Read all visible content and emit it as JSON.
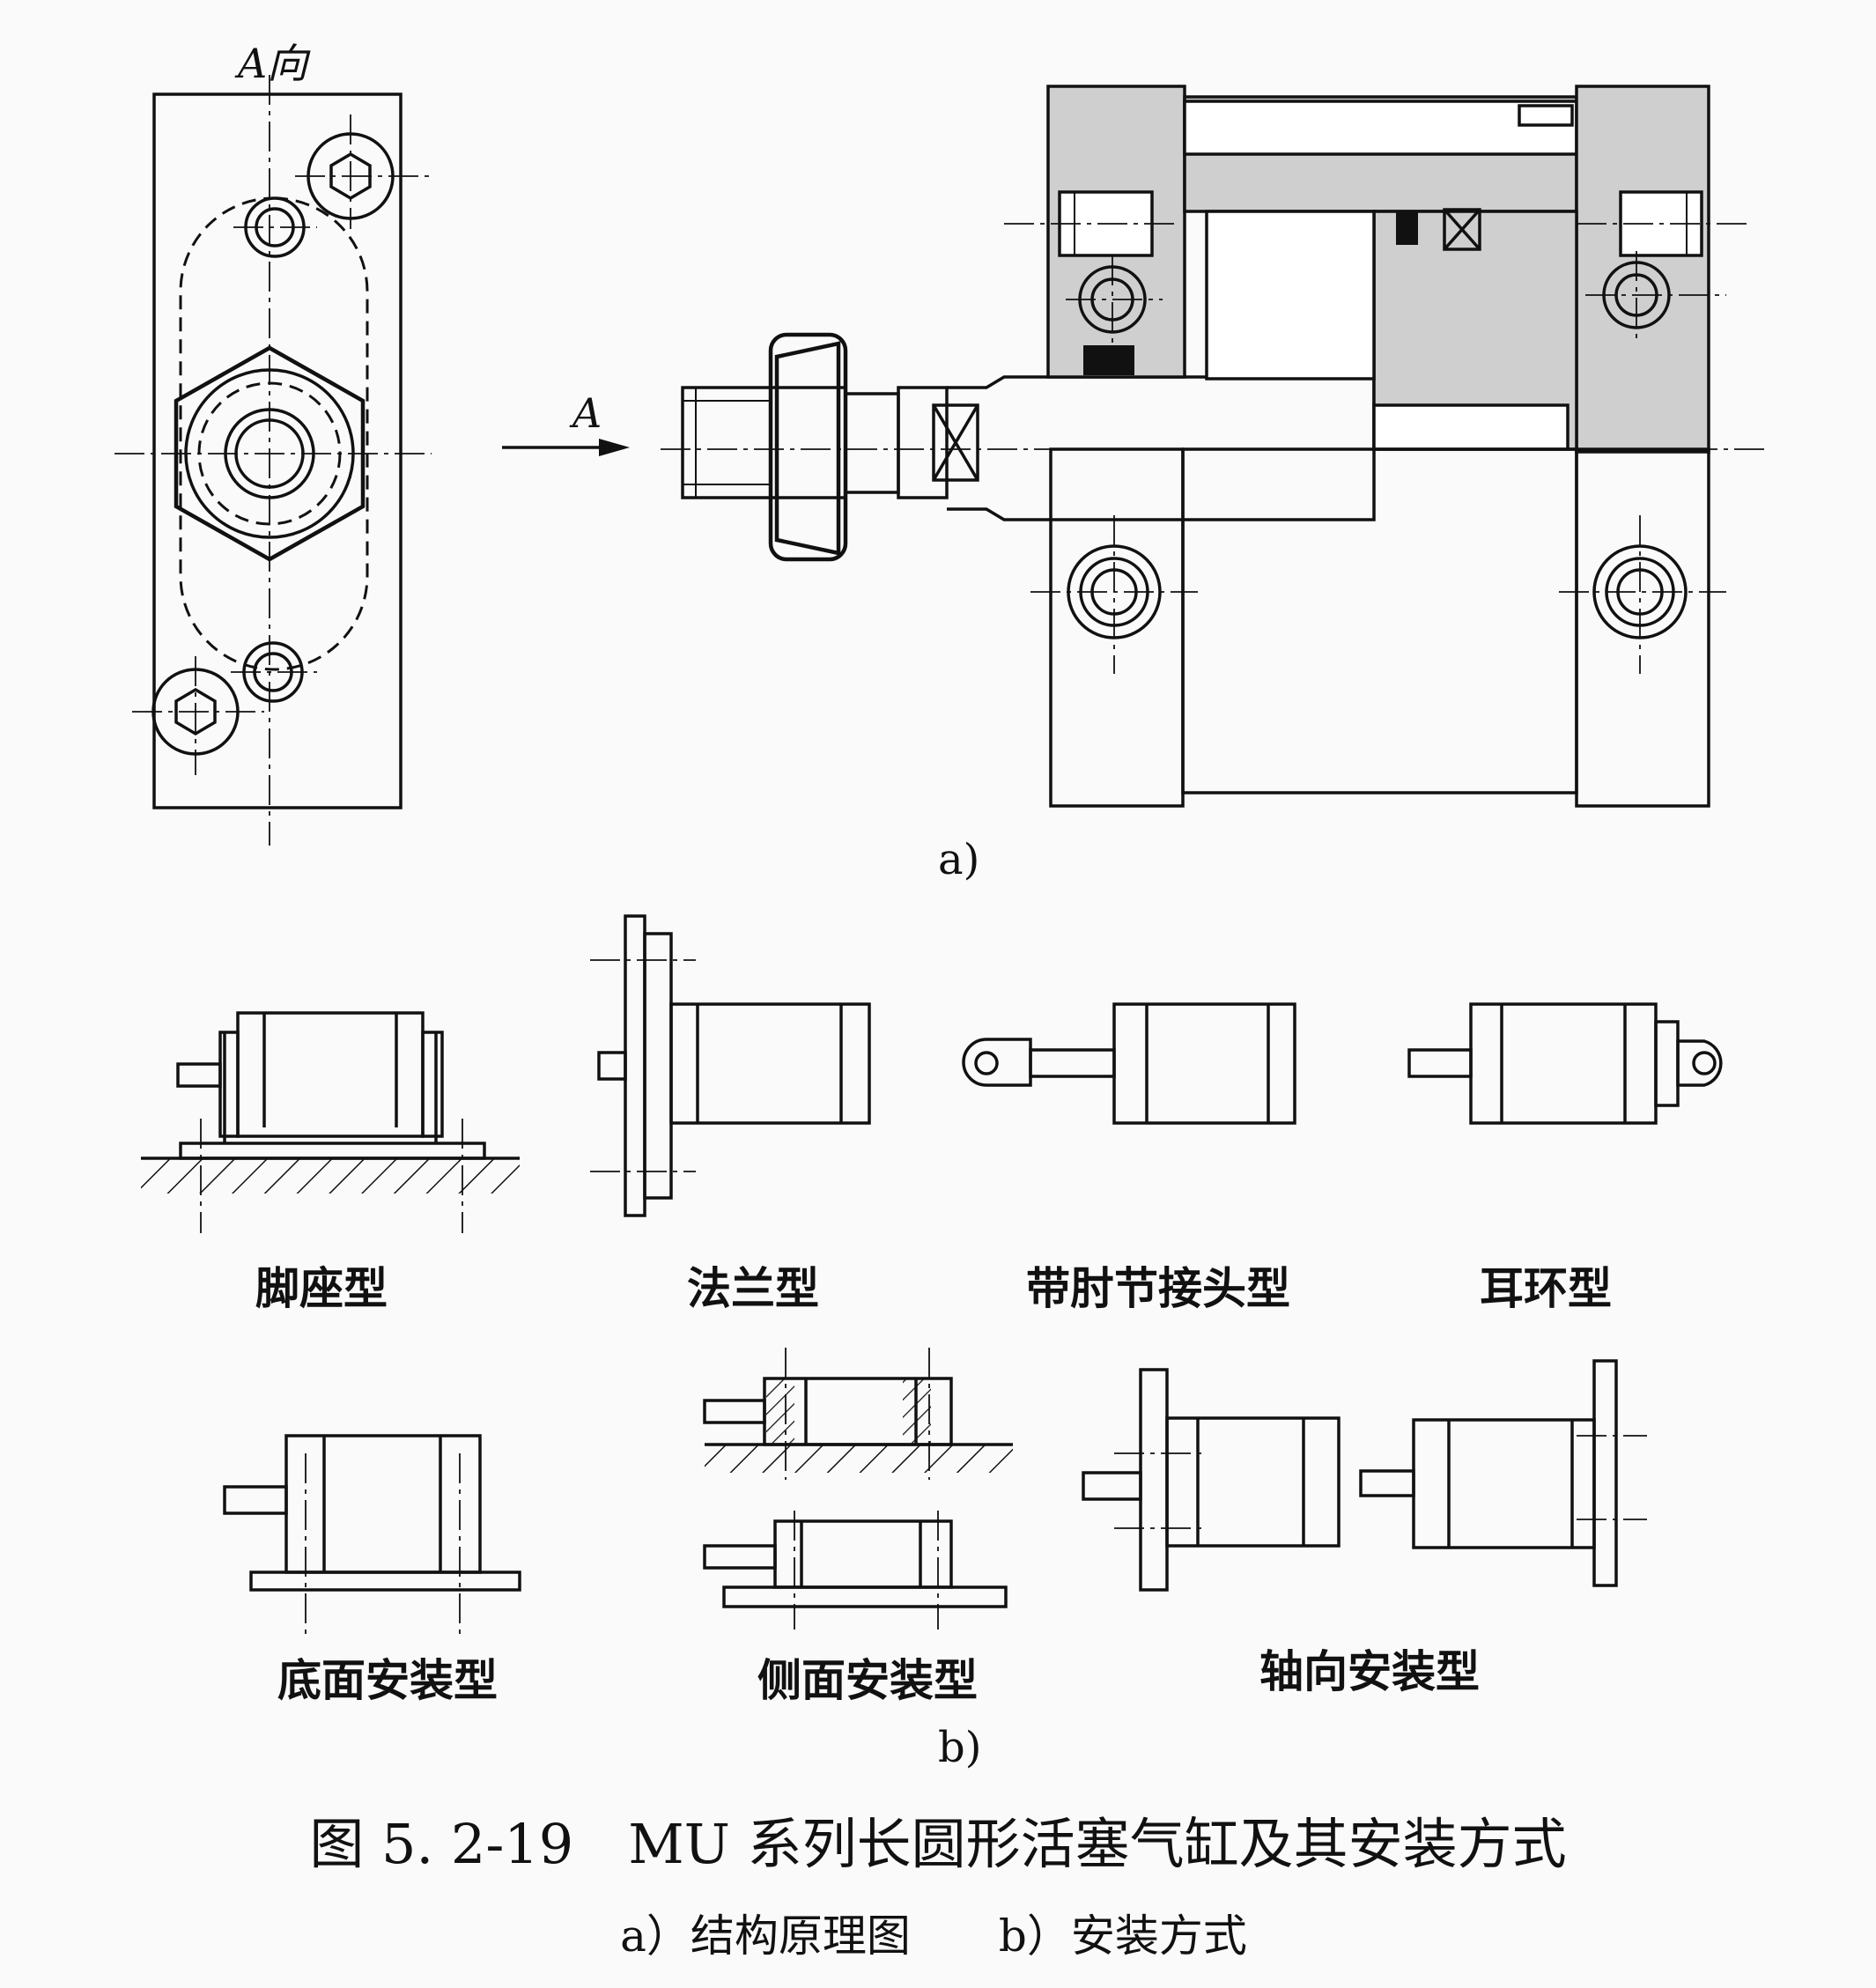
{
  "view_a": {
    "title": "A向",
    "arrow_label": "A"
  },
  "part_a_label": "a)",
  "mounting_types": [
    {
      "label": "脚座型"
    },
    {
      "label": "法兰型"
    },
    {
      "label": "带肘节接头型"
    },
    {
      "label": "耳环型"
    },
    {
      "label": "底面安装型"
    },
    {
      "label": "侧面安装型"
    },
    {
      "label": "轴向安装型"
    }
  ],
  "part_b_label": "b)",
  "caption": {
    "title": "图 5. 2-19　MU 系列长圆形活塞气缸及其安装方式",
    "subtitle": "a）结构原理图　　b）安装方式"
  }
}
